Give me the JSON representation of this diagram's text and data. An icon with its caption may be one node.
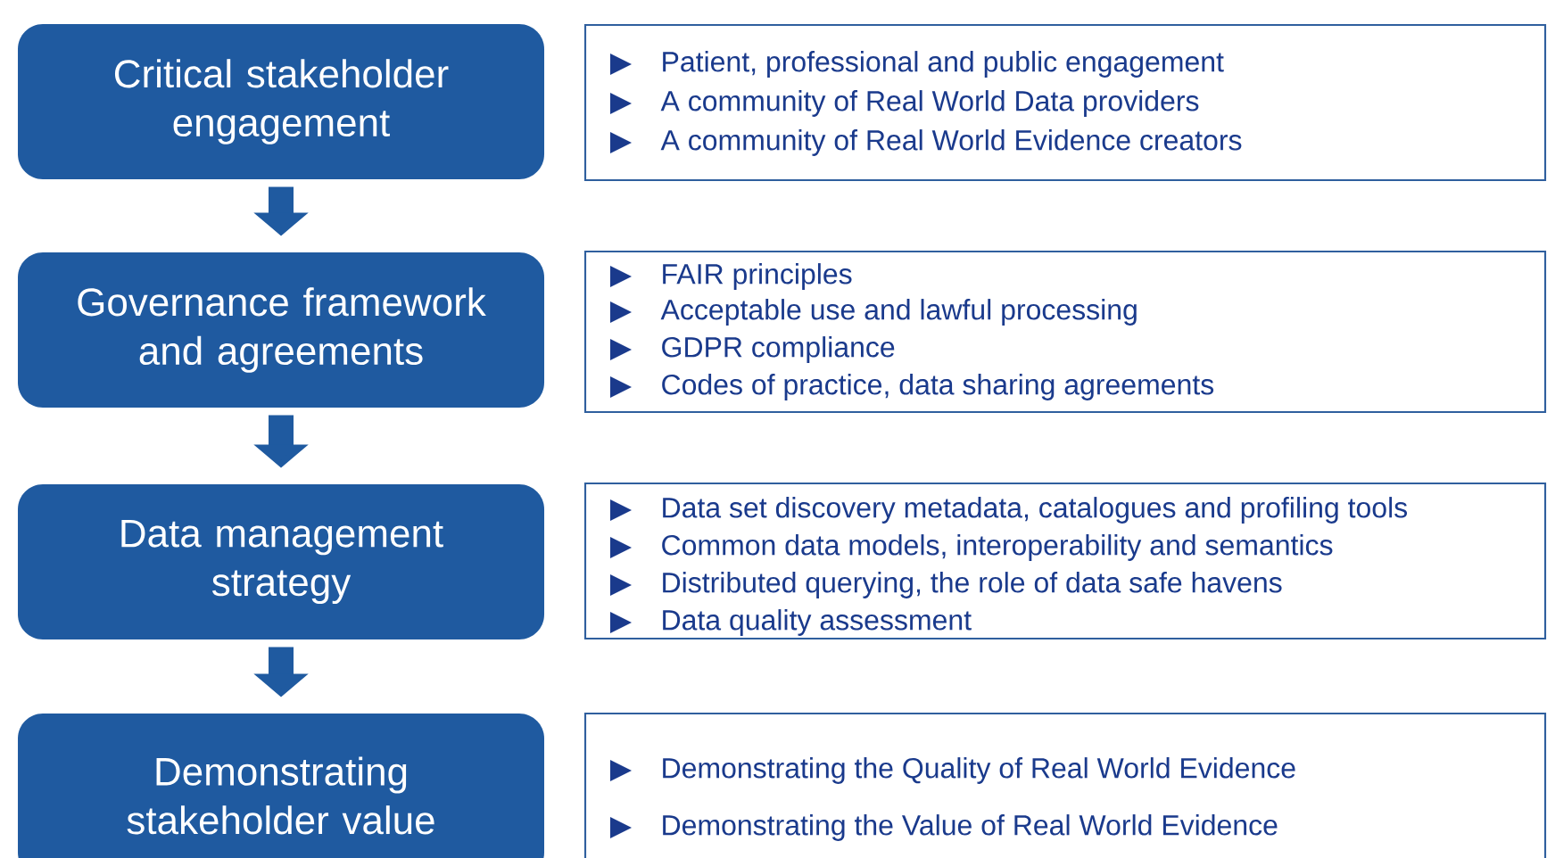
{
  "diagram": {
    "nodes": [
      {
        "text": [
          "Critical stakeholder engagement"
        ]
      },
      {
        "text": [
          "Patient, professional and public engagement",
          "A community of Real World Data providers",
          "A community of Real World Evidence creators"
        ]
      },
      {
        "text": [
          "Governance framework and agreements"
        ]
      },
      {
        "text": [
          "FAIR principles",
          "Acceptable use and lawful processing",
          "GDPR compliance",
          "Codes of practice, data sharing agreements"
        ]
      },
      {
        "text": [
          "Data management strategy"
        ]
      },
      {
        "text": [
          "Data set discovery metadata, catalogues and profiling tools",
          "Common data models, interoperability and semantics",
          "Distributed querying, the role of data safe havens",
          "Data quality assessment"
        ]
      },
      {
        "text": [
          "Demonstrating stakeholder value"
        ]
      },
      {
        "text": [
          "Demonstrating the Quality of Real World Evidence",
          "Demonstrating the Value of Real World Evidence"
        ]
      }
    ],
    "edges": [
      {
        "from": 0,
        "to": 2,
        "arrow": "to"
      },
      {
        "from": 2,
        "to": 4,
        "arrow": "to"
      },
      {
        "from": 4,
        "to": 6,
        "arrow": "to"
      }
    ]
  }
}
